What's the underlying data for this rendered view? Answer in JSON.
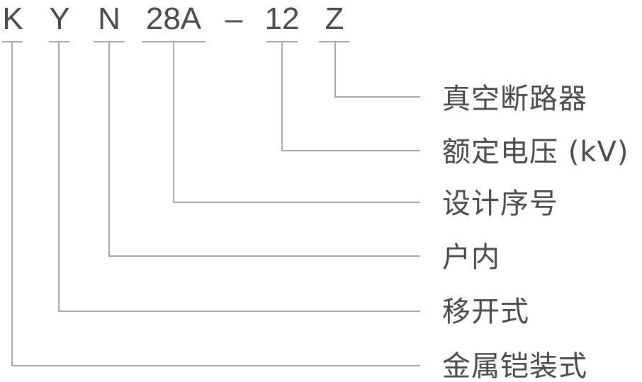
{
  "model_code": {
    "parts": [
      "K",
      "Y",
      "N",
      "28A",
      "–",
      "12",
      "Z"
    ]
  },
  "labels": [
    "真空断路器",
    "额定电压 (kV)",
    "设计序号",
    "户内",
    "移开式",
    "金属铠装式"
  ]
}
